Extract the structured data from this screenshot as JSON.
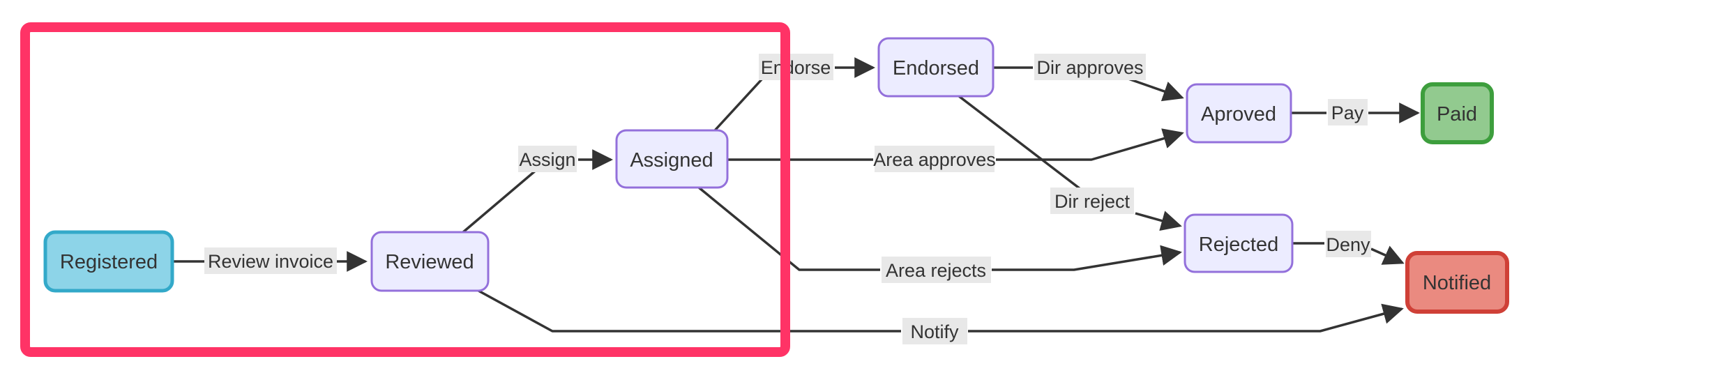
{
  "diagram": {
    "type": "state-flowchart",
    "background": "#ffffff",
    "edge_color": "#333333",
    "label_bg": "#e8e8e8",
    "text_color": "#333333",
    "highlight_box_color": "#ff3366",
    "nodes": [
      {
        "id": "registered",
        "label": "Registered",
        "fill": "#8dd4e8",
        "stroke": "#33a9c9"
      },
      {
        "id": "reviewed",
        "label": "Reviewed",
        "fill": "#ececff",
        "stroke": "#9370db"
      },
      {
        "id": "assigned",
        "label": "Assigned",
        "fill": "#ececff",
        "stroke": "#9370db"
      },
      {
        "id": "endorsed",
        "label": "Endorsed",
        "fill": "#ececff",
        "stroke": "#9370db"
      },
      {
        "id": "aproved",
        "label": "Aproved",
        "fill": "#ececff",
        "stroke": "#9370db"
      },
      {
        "id": "paid",
        "label": "Paid",
        "fill": "#92ca8f",
        "stroke": "#3d9e3d"
      },
      {
        "id": "rejected",
        "label": "Rejected",
        "fill": "#ececff",
        "stroke": "#9370db"
      },
      {
        "id": "notified",
        "label": "Notified",
        "fill": "#ea8a80",
        "stroke": "#cf4037"
      }
    ],
    "edges": [
      {
        "from": "registered",
        "to": "reviewed",
        "label": "Review invoice"
      },
      {
        "from": "reviewed",
        "to": "assigned",
        "label": "Assign"
      },
      {
        "from": "assigned",
        "to": "endorsed",
        "label": "Endorse"
      },
      {
        "from": "endorsed",
        "to": "aproved",
        "label": "Dir approves"
      },
      {
        "from": "aproved",
        "to": "paid",
        "label": "Pay"
      },
      {
        "from": "assigned",
        "to": "aproved",
        "label": "Area approves"
      },
      {
        "from": "endorsed",
        "to": "rejected",
        "label": "Dir reject"
      },
      {
        "from": "assigned",
        "to": "rejected",
        "label": "Area rejects"
      },
      {
        "from": "rejected",
        "to": "notified",
        "label": "Deny"
      },
      {
        "from": "reviewed",
        "to": "notified",
        "label": "Notify"
      }
    ]
  }
}
